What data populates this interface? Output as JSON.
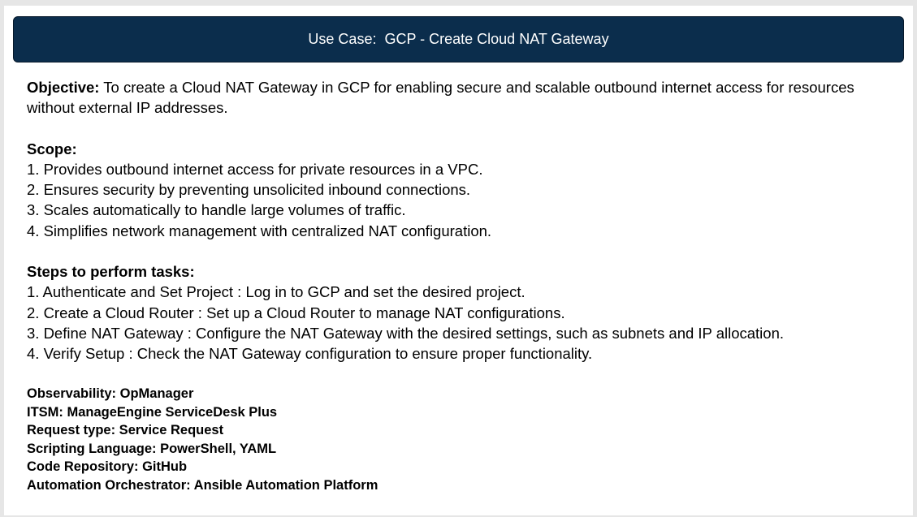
{
  "title": "Use Case:  GCP - Create Cloud NAT Gateway",
  "objective": {
    "label": "Objective:",
    "text": " To create a Cloud NAT Gateway in GCP for enabling secure and scalable outbound internet access for resources without external IP addresses."
  },
  "scope": {
    "heading": "Scope:",
    "items": [
      "1. Provides outbound internet access for private resources in a VPC.",
      "2. Ensures security by preventing unsolicited inbound connections.",
      "3. Scales automatically to handle large volumes of traffic.",
      "4. Simplifies network management with centralized NAT configuration."
    ]
  },
  "steps": {
    "heading": "Steps to perform tasks:",
    "items": [
      "1.  Authenticate and Set Project : Log in to GCP and set the desired project.",
      "2.  Create a Cloud Router : Set up a Cloud Router to manage NAT configurations.",
      "3.  Define NAT Gateway : Configure the NAT Gateway with the desired settings, such as subnets and IP allocation.",
      "4.   Verify Setup : Check the NAT Gateway configuration to ensure proper functionality."
    ]
  },
  "tools": [
    "Observability: OpManager",
    "ITSM: ManageEngine ServiceDesk Plus",
    "Request type: Service Request",
    "Scripting Language: PowerShell, YAML",
    "Code Repository: GitHub",
    "Automation Orchestrator: Ansible Automation Platform"
  ]
}
